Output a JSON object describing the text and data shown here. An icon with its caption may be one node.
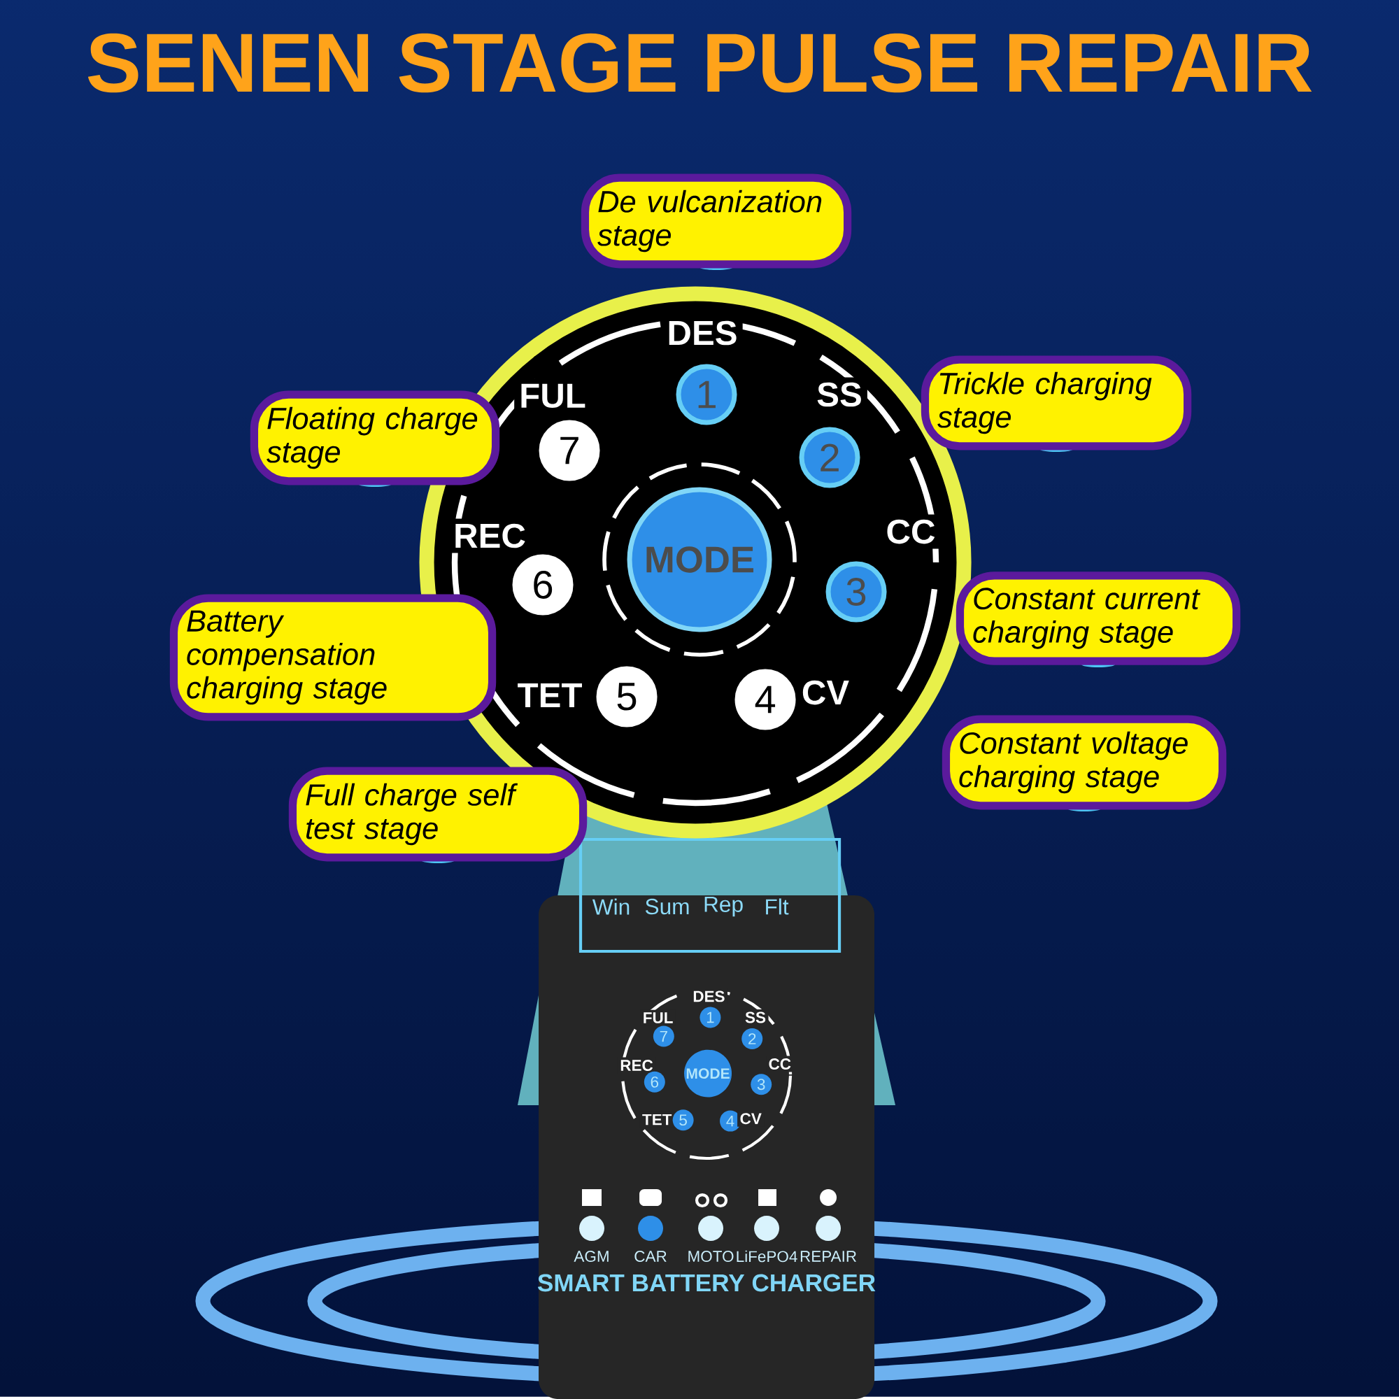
{
  "diagram": {
    "title": "SENEN STAGE PULSE REPAIR",
    "nodes": [
      {
        "text": [
          "De vulcanization stage"
        ]
      },
      {
        "text": [
          "Trickle charging stage"
        ]
      },
      {
        "text": [
          "Floating charge stage"
        ]
      },
      {
        "text": [
          "Constant current charging stage"
        ]
      },
      {
        "text": [
          "Battery compensation charging stage"
        ]
      },
      {
        "text": [
          "Constant voltage charging stage"
        ]
      },
      {
        "text": [
          "Full charge self test stage"
        ]
      },
      {
        "text": [],
        "shape": "circle"
      },
      {
        "text": [
          "1"
        ],
        "beside": [
          "DES"
        ],
        "in": 7
      },
      {
        "text": [
          "2"
        ],
        "beside": [
          "SS"
        ],
        "in": 7
      },
      {
        "text": [
          "3"
        ],
        "beside": [
          "CC"
        ],
        "in": 7
      },
      {
        "text": [
          "4"
        ],
        "beside": [
          "CV"
        ],
        "in": 7
      },
      {
        "text": [
          "5"
        ],
        "beside": [
          "TET"
        ],
        "in": 7
      },
      {
        "text": [
          "6"
        ],
        "beside": [
          "REC"
        ],
        "in": 7
      },
      {
        "text": [
          "7"
        ],
        "beside": [
          "FUL"
        ],
        "in": 7
      },
      {
        "text": [
          "MODE"
        ],
        "in": 7
      }
    ],
    "edges": [],
    "labels": [
      "Win",
      "Sum",
      "Rep",
      "Flt",
      "DES",
      "FUL",
      "1",
      "SS",
      "7",
      "2",
      "REC",
      "CC",
      "6",
      "MODE",
      "3",
      "TET",
      "5",
      "4",
      "CV",
      "AGM",
      "CAR",
      "MOTO",
      "LiFePO4",
      "REPAIR",
      "SMART BATTERY CHARGER"
    ]
  }
}
